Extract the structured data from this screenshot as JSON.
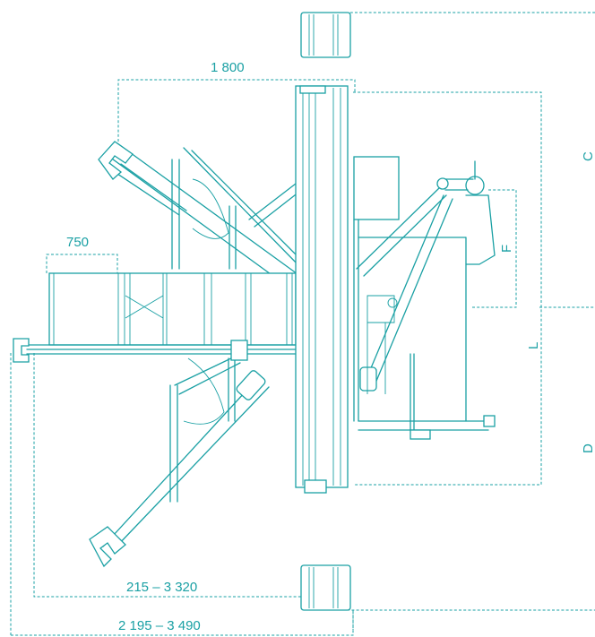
{
  "colors": {
    "line": "#1aa0a4",
    "background": "#ffffff"
  },
  "dimensions": {
    "top_width": "1 800",
    "left_width": "750",
    "bottom_inner": "215 – 3 320",
    "bottom_outer": "2 195 – 3 490",
    "C": "C",
    "F": "F",
    "L": "L",
    "D": "D"
  }
}
